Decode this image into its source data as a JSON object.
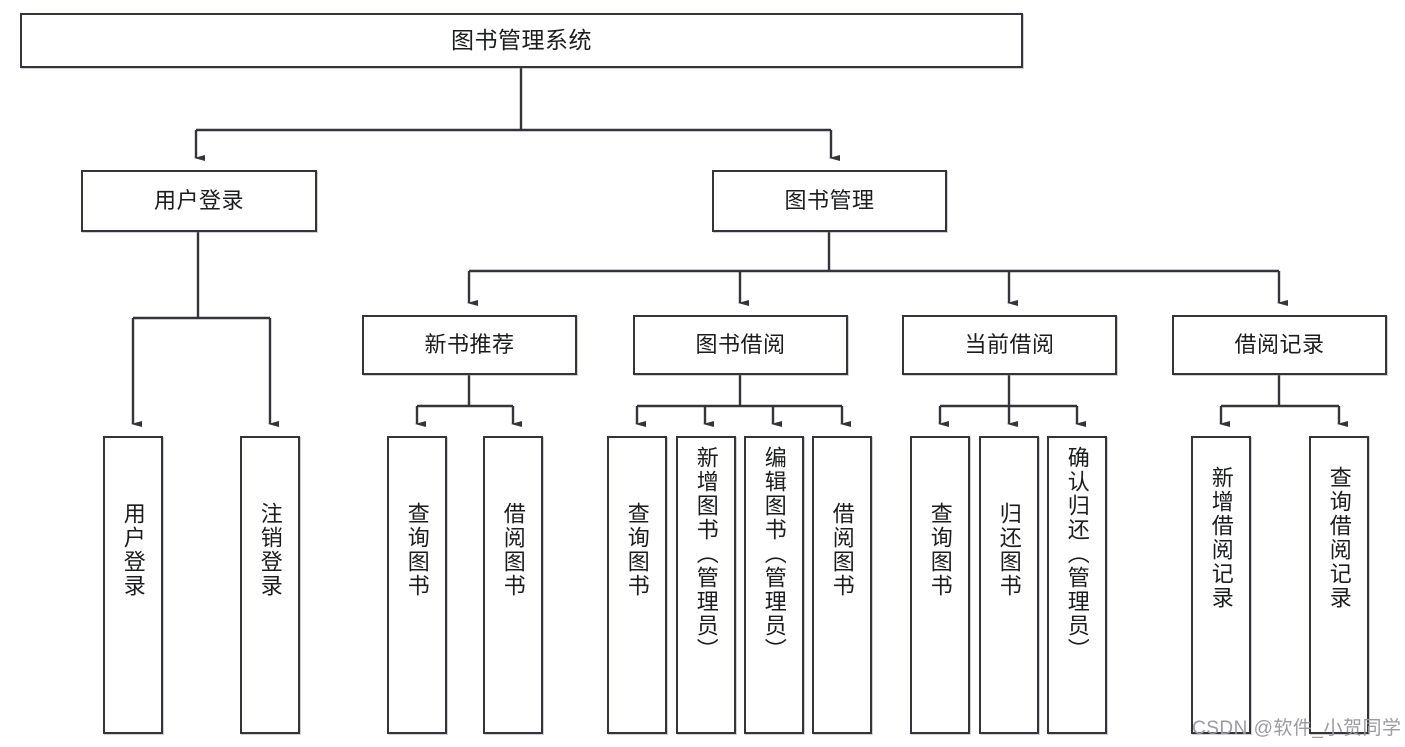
{
  "diagram": {
    "title_node": {
      "label": "图书管理系统"
    },
    "level2": [
      {
        "id": "user-login",
        "label": "用户登录"
      },
      {
        "id": "book-manage",
        "label": "图书管理"
      }
    ],
    "level3": [
      {
        "id": "new-book-rec",
        "label": "新书推荐"
      },
      {
        "id": "book-borrow",
        "label": "图书借阅"
      },
      {
        "id": "current-borrow",
        "label": "当前借阅"
      },
      {
        "id": "borrow-record",
        "label": "借阅记录"
      }
    ],
    "leaves": [
      {
        "id": "leaf-user-login",
        "label": "用户登录"
      },
      {
        "id": "leaf-user-logout",
        "label": "注销登录"
      },
      {
        "id": "leaf-query-book-1",
        "label": "查询图书"
      },
      {
        "id": "leaf-borrow-book-1",
        "label": "借阅图书"
      },
      {
        "id": "leaf-query-book-2",
        "label": "查询图书"
      },
      {
        "id": "leaf-add-book",
        "label": "新增图书（管理员）"
      },
      {
        "id": "leaf-edit-book",
        "label": "编辑图书（管理员）"
      },
      {
        "id": "leaf-borrow-book-2",
        "label": "借阅图书"
      },
      {
        "id": "leaf-query-book-3",
        "label": "查询图书"
      },
      {
        "id": "leaf-return-book",
        "label": "归还图书"
      },
      {
        "id": "leaf-confirm-return",
        "label": "确认归还（管理员）"
      },
      {
        "id": "leaf-add-record",
        "label": "新增借阅记录"
      },
      {
        "id": "leaf-query-record",
        "label": "查询借阅记录"
      }
    ],
    "colors": {
      "stroke": "#33353a",
      "background": "#ffffff",
      "text": "#1b1c1e",
      "watermark": "#9b9ba0"
    }
  },
  "watermark": {
    "text": "CSDN @软件_小贺同学"
  }
}
